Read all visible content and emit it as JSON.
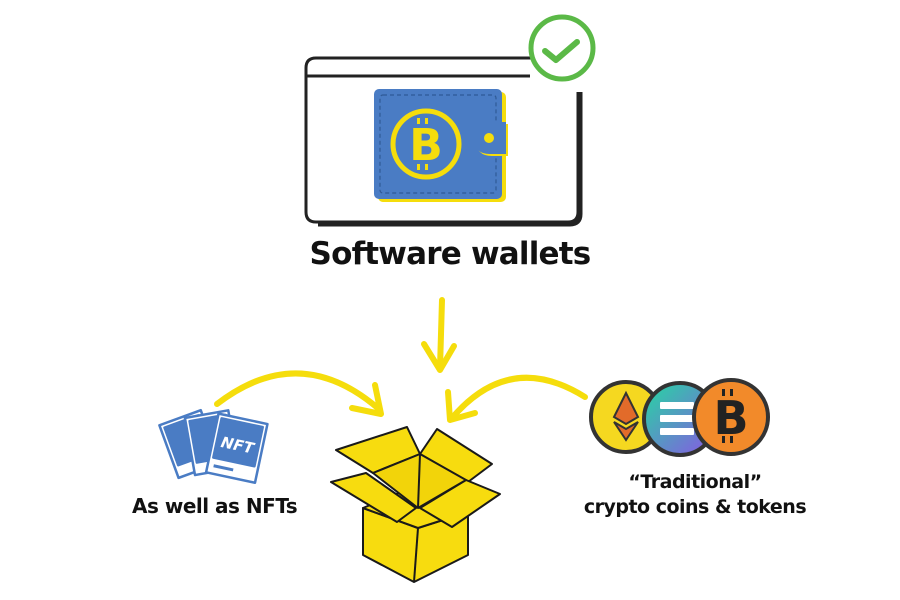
{
  "diagram": {
    "title": "Software wallets",
    "nodes": {
      "wallet": {
        "label": "Software wallets",
        "icon": "bitcoin-wallet-icon",
        "status_icon": "checkmark-circle-icon"
      },
      "nfts": {
        "label": "As well as NFTs",
        "icon": "nft-cards-icon",
        "icon_text": "NFT"
      },
      "coins": {
        "label_line1": "“Traditional”",
        "label_line2": "crypto coins & tokens",
        "icons": [
          "ethereum-coin-icon",
          "solana-coin-icon",
          "bitcoin-coin-icon"
        ]
      },
      "box": {
        "icon": "open-box-icon"
      }
    },
    "edges": [
      {
        "from": "wallet",
        "to": "box",
        "style": "straight-arrow"
      },
      {
        "from": "nfts",
        "to": "box",
        "style": "curved-arrow"
      },
      {
        "from": "coins",
        "to": "box",
        "style": "curved-arrow"
      }
    ],
    "colors": {
      "arrow": "#f5dd0c",
      "wallet_blue": "#4a7cc4",
      "bitcoin_yellow": "#f5dd0c",
      "check_green": "#5bb947",
      "box_yellow": "#f7dc0f",
      "eth_yellow": "#f5d820",
      "btc_orange": "#f28a2a",
      "outline": "#222222"
    }
  }
}
